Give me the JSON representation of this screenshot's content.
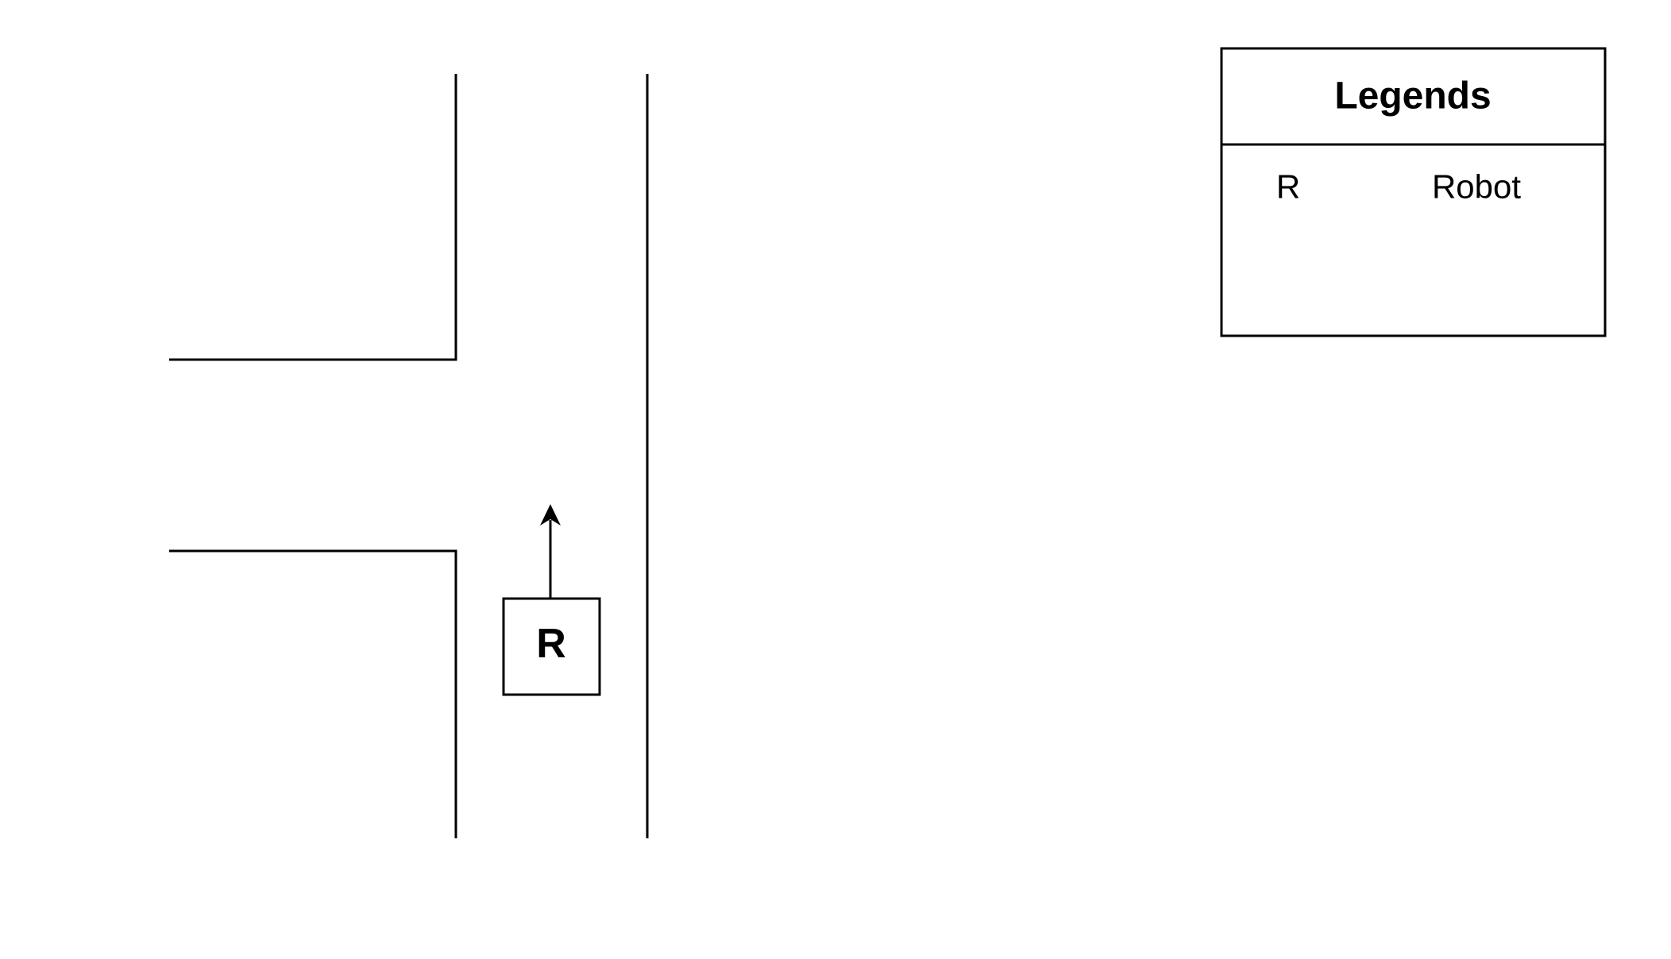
{
  "diagram": {
    "robot": {
      "symbol": "R",
      "heading": "up"
    },
    "legend": {
      "title": "Legends",
      "entries": [
        {
          "symbol": "R",
          "meaning": "Robot"
        }
      ]
    }
  }
}
